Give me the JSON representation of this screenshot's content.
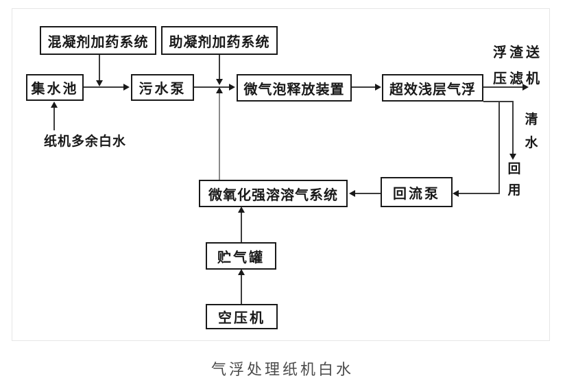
{
  "caption": "气浮处理纸机白水",
  "figure": {
    "nodes": {
      "coagulant": {
        "label": "混凝剂加药系统"
      },
      "flocculant_aid": {
        "label": "助凝剂加药系统"
      },
      "sump": {
        "label": "集水池"
      },
      "sewage_pump": {
        "label": "污水泵"
      },
      "microbubble_release": {
        "label": "微气泡释放装置"
      },
      "shallow_flotation": {
        "label": "超效浅层气浮"
      },
      "return_pump": {
        "label": "回流泵"
      },
      "dissolved_air_system": {
        "label": "微氧化强溶溶气系统"
      },
      "gas_tank": {
        "label": "贮气罐"
      },
      "air_compressor": {
        "label": "空压机"
      }
    },
    "labels": {
      "white_water_inlet": "纸机多余白水",
      "scum_out_line1": "浮渣送",
      "scum_out_line2": "压滤机",
      "clear_water": "清水",
      "reuse": "回用"
    },
    "edges": [
      {
        "from": "纸机多余白水",
        "to": "集水池"
      },
      {
        "from": "混凝剂加药系统",
        "to": "集水池与污水泵之间管线"
      },
      {
        "from": "集水池",
        "to": "污水泵"
      },
      {
        "from": "助凝剂加药系统",
        "to": "污水泵与微气泡释放装置之间管线"
      },
      {
        "from": "污水泵",
        "to": "微气泡释放装置"
      },
      {
        "from": "微氧化强溶溶气系统",
        "to": "污水泵与微气泡释放装置之间管线"
      },
      {
        "from": "微气泡释放装置",
        "to": "超效浅层气浮"
      },
      {
        "from": "超效浅层气浮",
        "to": "浮渣送压滤机"
      },
      {
        "from": "超效浅层气浮",
        "to": "清水回用"
      },
      {
        "from": "超效浅层气浮",
        "to": "回流泵"
      },
      {
        "from": "回流泵",
        "to": "微氧化强溶溶气系统"
      },
      {
        "from": "空压机",
        "to": "贮气罐"
      },
      {
        "from": "贮气罐",
        "to": "微氧化强溶溶气系统"
      }
    ]
  },
  "colors": {
    "line": "#3a3a3a",
    "box_border": "#191919",
    "frame_border": "#e6e6e6",
    "caption_text": "#4b4b4b",
    "background": "#ffffff"
  }
}
